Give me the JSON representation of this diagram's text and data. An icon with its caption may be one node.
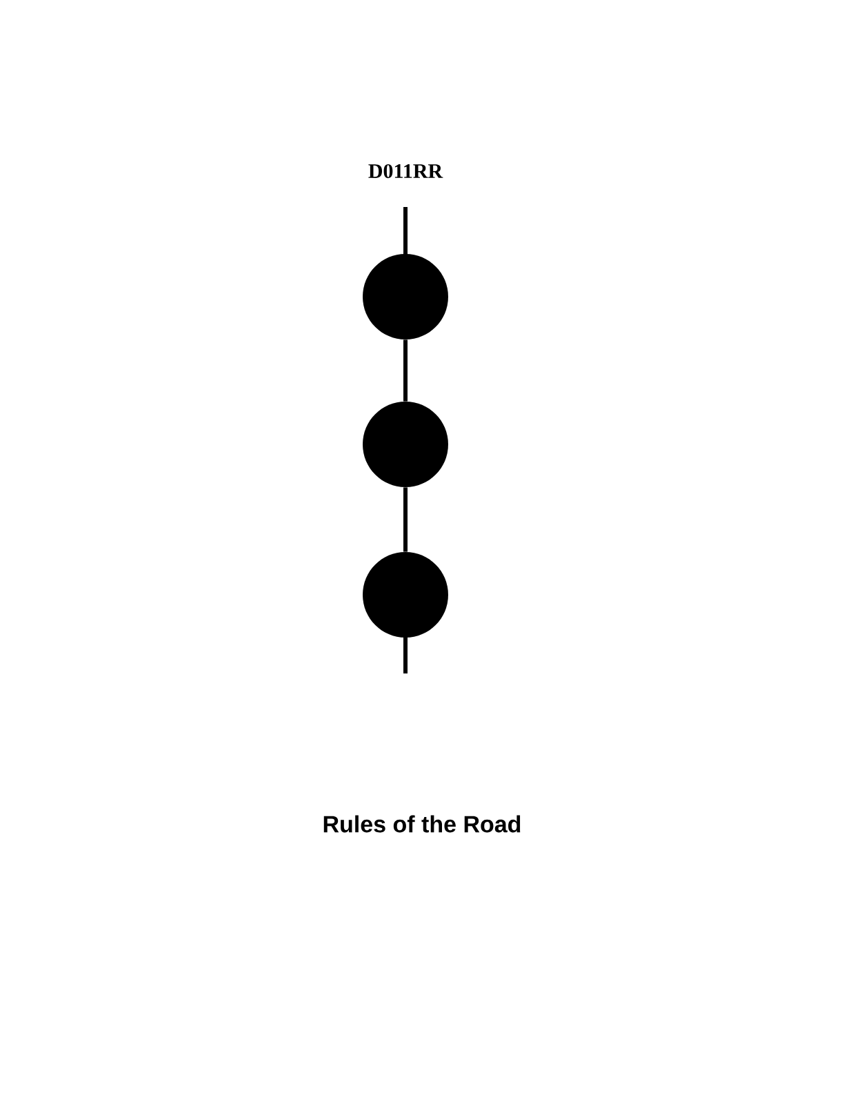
{
  "diagram": {
    "title": "D011RR",
    "caption": "Rules of the Road",
    "nodes": [
      {
        "text": [],
        "shape": "circle"
      },
      {
        "text": [],
        "shape": "circle"
      },
      {
        "text": [],
        "shape": "circle"
      }
    ],
    "edges": [
      {
        "from": 0,
        "to": 1,
        "arrow": "none"
      },
      {
        "from": 1,
        "to": 2,
        "arrow": "none"
      }
    ]
  }
}
